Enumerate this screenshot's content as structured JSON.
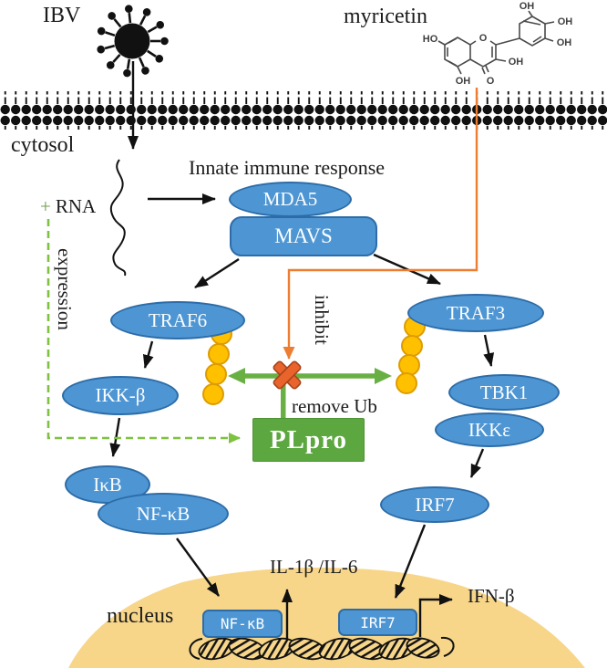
{
  "labels": {
    "virus": "IBV",
    "compound": "myricetin",
    "cytosol": "cytosol",
    "response": "Innate immune response",
    "rna_plus": "+",
    "rna": "RNA",
    "expression": "expression",
    "inhibit": "inhibit",
    "remove_ub": "remove Ub",
    "nucleus": "nucleus",
    "cytokines": "IL-1β /IL-6",
    "interferon": "IFN-β"
  },
  "nodes": {
    "mda5": "MDA5",
    "mavs": "MAVS",
    "traf6": "TRAF6",
    "traf3": "TRAF3",
    "ikk_beta": "IKK-β",
    "tbk1": "TBK1",
    "ikk_epsilon": "IKKε",
    "irf7": "IRF7",
    "ikb": "IκB",
    "nfkb": "NF-κB",
    "plpro": "PLpro"
  },
  "gene_boxes": {
    "nfkb": "NF-κB",
    "irf7": "IRF7"
  },
  "molecule": {
    "atoms": {
      "ho7": "HO",
      "ring_o": "O",
      "oh_b_top": "OH",
      "oh_b_mid": "OH",
      "oh_b_low": "OH",
      "oh3": "OH",
      "oh5": "OH",
      "keto": "O"
    }
  },
  "colors": {
    "node_blue": "#4e96d3",
    "node_border": "#2c6ca8",
    "plpro_green": "#5ca73f",
    "arrow_green": "#68b043",
    "dashed_green": "#7fc241",
    "inhibit_orange": "#ed7d31",
    "cross_orange": "#e8642c",
    "ubiquitin_yellow": "#ffc000",
    "nucleus_tan": "#f7d68a"
  }
}
